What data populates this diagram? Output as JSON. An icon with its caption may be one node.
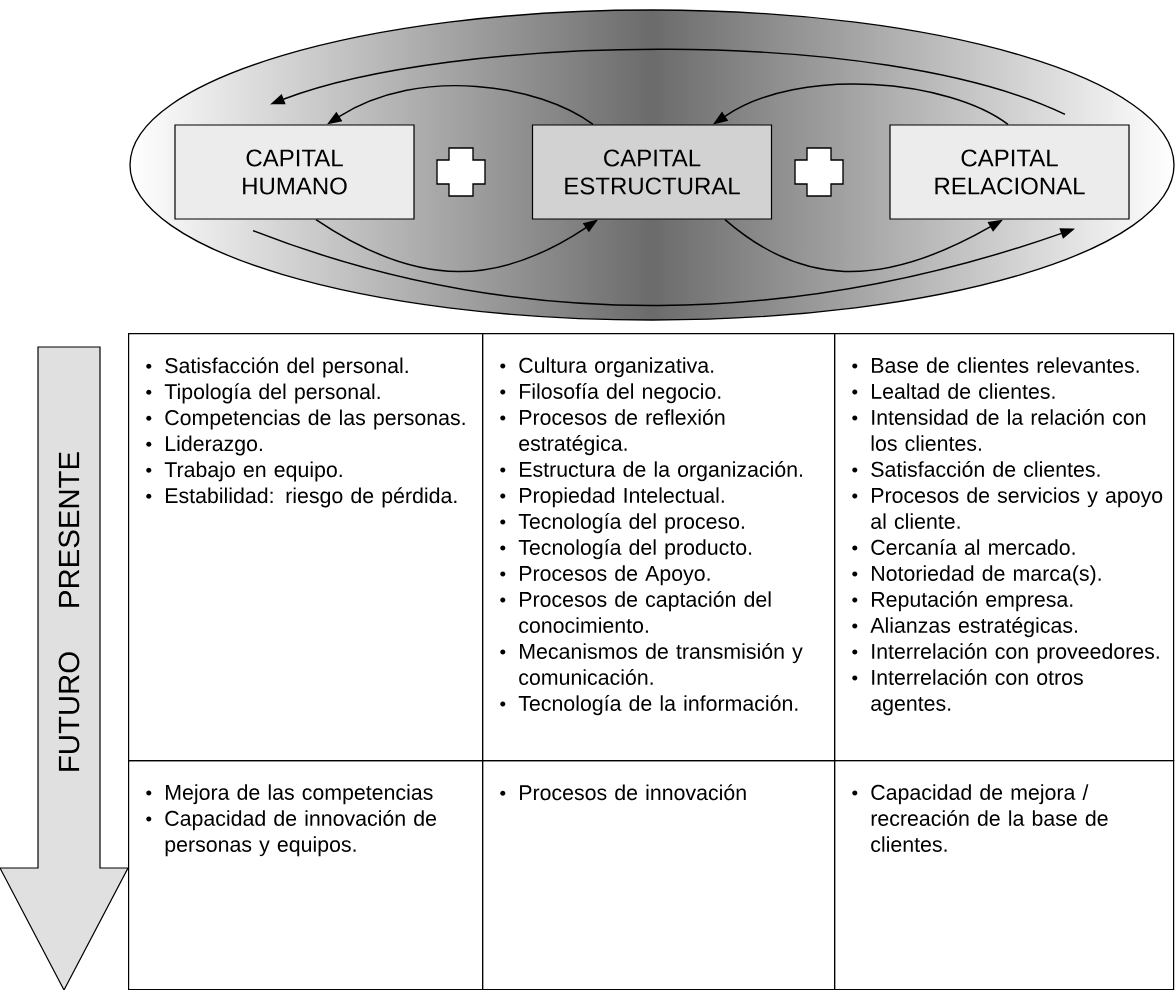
{
  "diagram": {
    "nodes": [
      {
        "text": [],
        "shape": "ellipse"
      },
      {
        "text": [
          "CAPITAL HUMANO"
        ],
        "in": 0
      },
      {
        "text": [
          "CAPITAL ESTRUCTURAL"
        ],
        "in": 0
      },
      {
        "text": [
          "CAPITAL RELACIONAL"
        ],
        "in": 0
      },
      {
        "text": [
          "PRESENTE",
          "FUTURO"
        ]
      },
      {
        "text": [
          "Satisfacción del personal.",
          "Tipología del personal.",
          "Competencias de las personas.",
          "Liderazgo.",
          "Trabajo en equipo.",
          "Estabilidad: riesgo de pérdida."
        ]
      },
      {
        "text": [
          "Cultura organizativa.",
          "Filosofía del negocio.",
          "Procesos de reflexión estratégica.",
          "Estructura de la organización.",
          "Propiedad Intelectual.",
          "Tecnología del proceso.",
          "Tecnología del producto.",
          "Procesos de Apoyo.",
          "Procesos de captación del conocimiento.",
          "Mecanismos de transmisión y comunicación.",
          "Tecnología de la información."
        ]
      },
      {
        "text": [
          "Base de clientes relevantes.",
          "Lealtad de clientes.",
          "Intensidad de la relación con los clientes.",
          "Satisfacción de clientes.",
          "Procesos de servicios y apoyo al cliente.",
          "Cercanía al mercado.",
          "Notoriedad de marca(s).",
          "Reputación empresa.",
          "Alianzas estratégicas.",
          "Interrelación con proveedores.",
          "Interrelación con otros agentes."
        ]
      },
      {
        "text": [
          "Mejora de las competencias",
          "Capacidad de innovación de personas y equipos."
        ]
      },
      {
        "text": [
          "Procesos de innovación"
        ]
      },
      {
        "text": [
          "Capacidad de mejora / recreación de la base de clientes."
        ]
      }
    ],
    "edges": [
      {
        "from": 3,
        "to": 1,
        "arrow": "to"
      },
      {
        "from": 2,
        "to": 1,
        "arrow": "to"
      },
      {
        "from": 3,
        "to": 2,
        "arrow": "to"
      },
      {
        "from": 1,
        "to": 2,
        "arrow": "to"
      },
      {
        "from": 2,
        "to": 3,
        "arrow": "to"
      },
      {
        "from": 1,
        "to": 3,
        "arrow": "to"
      }
    ]
  }
}
